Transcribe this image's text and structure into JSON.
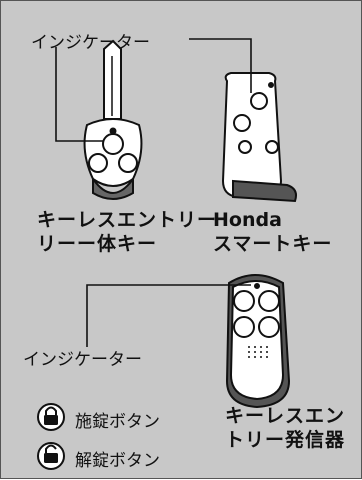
{
  "labels": {
    "indicator_top": "インジケーター",
    "indicator_bottom": "インジケーター",
    "remote_key_line1": "キーレスエントリー",
    "remote_key_line2": "リーー体キー",
    "smart_key_line1": "Honda",
    "smart_key_line2": "スマートキー",
    "keyless_line1": "キーレスエン",
    "keyless_line2": "トリー発信器",
    "lock_button": "施錠ボタン",
    "unlock_button": "解錠ボタン"
  },
  "colors": {
    "panel_bg": "#c8c8c8",
    "device_body": "#ffffff",
    "device_dark": "#555555",
    "outline": "#111111"
  },
  "icons": {
    "lock": "padlock-closed",
    "unlock": "padlock-open"
  }
}
